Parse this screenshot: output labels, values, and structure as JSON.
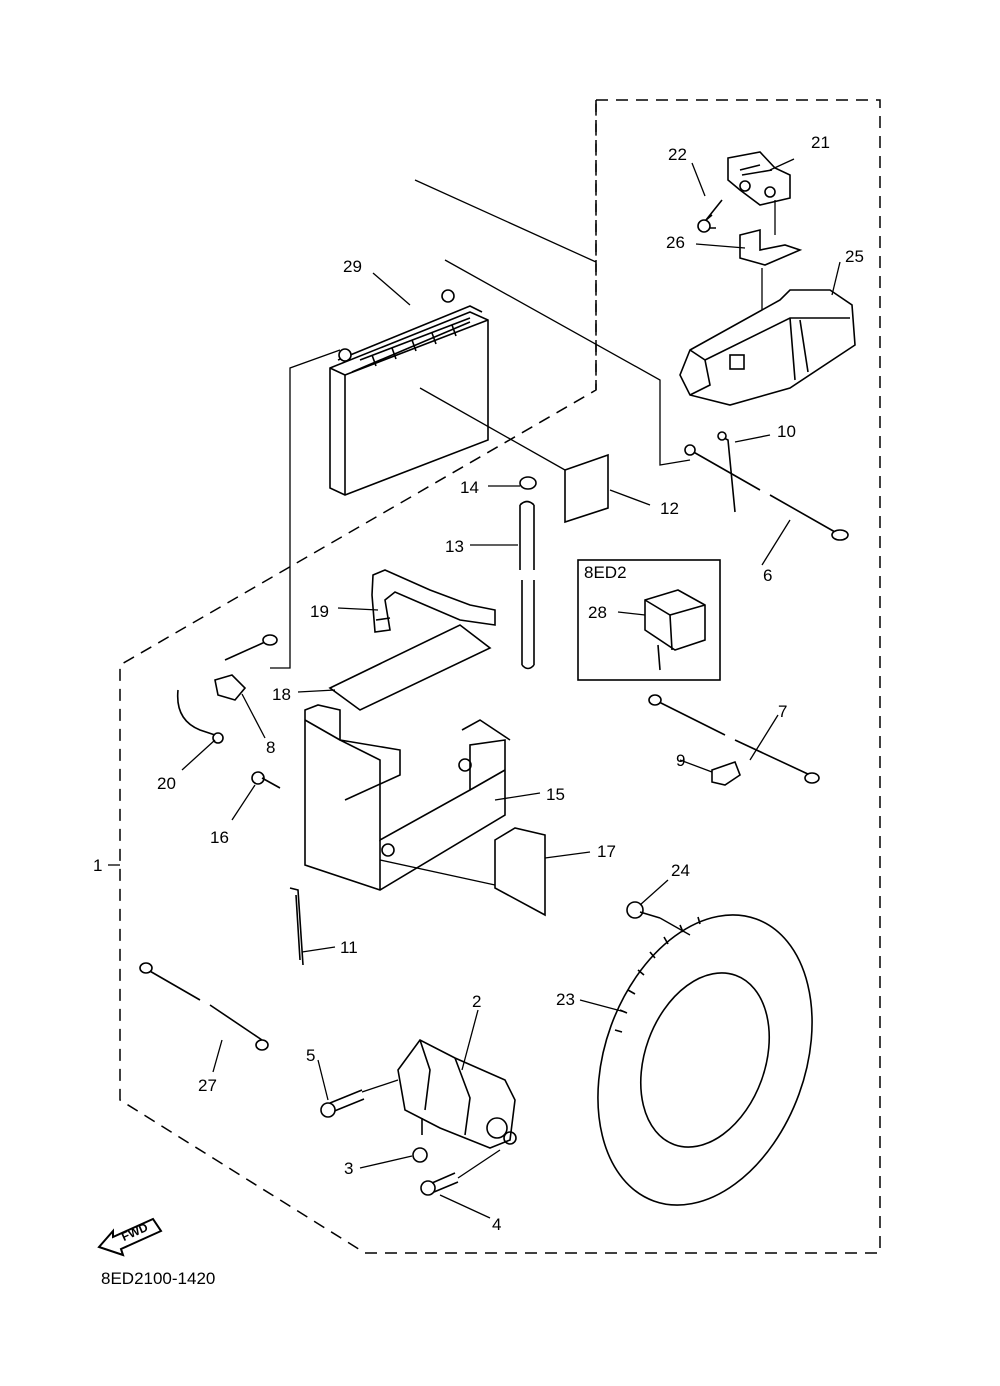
{
  "diagram_code": "8ED2100-1420",
  "direction_arrow": {
    "text": "FWD",
    "icon": "fwd-arrow-icon"
  },
  "inset_box": {
    "label": "8ED2",
    "part": "28"
  },
  "part_numbers": {
    "p1": "1",
    "p2": "2",
    "p3": "3",
    "p4": "4",
    "p5": "5",
    "p6": "6",
    "p7": "7",
    "p8": "8",
    "p9": "9",
    "p10": "10",
    "p11": "11",
    "p12": "12",
    "p13": "13",
    "p14": "14",
    "p15": "15",
    "p16": "16",
    "p17": "17",
    "p18": "18",
    "p19": "19",
    "p20": "20",
    "p21": "21",
    "p22": "22",
    "p23": "23",
    "p24": "24",
    "p25": "25",
    "p26": "26",
    "p27": "27",
    "p29": "29"
  }
}
